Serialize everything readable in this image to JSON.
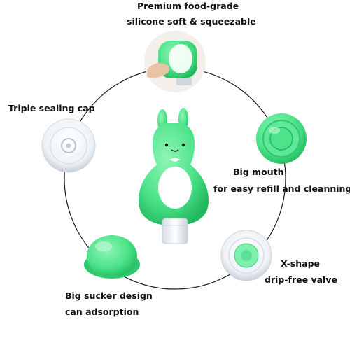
{
  "callouts": {
    "top_line1": "Premium food-grade",
    "top_line2": "silicone soft & squeezable",
    "left": "Triple sealing cap",
    "right_line1": "Big mouth",
    "right_line2": "for easy refill and cleanning",
    "bottom_left_line1": "Big sucker design",
    "bottom_left_line2": "can adsorption",
    "bottom_right_line1": "X-shape",
    "bottom_right_line2": "drip-free valve"
  },
  "colors": {
    "silicone_green": "#4de38a",
    "dark_green": "#22b85e",
    "ring": "#1a1a1a"
  },
  "icons": [
    "bunny-bottle",
    "sealing-cap",
    "big-mouth-lid",
    "sucker-cup",
    "x-valve",
    "squeeze-hand"
  ]
}
